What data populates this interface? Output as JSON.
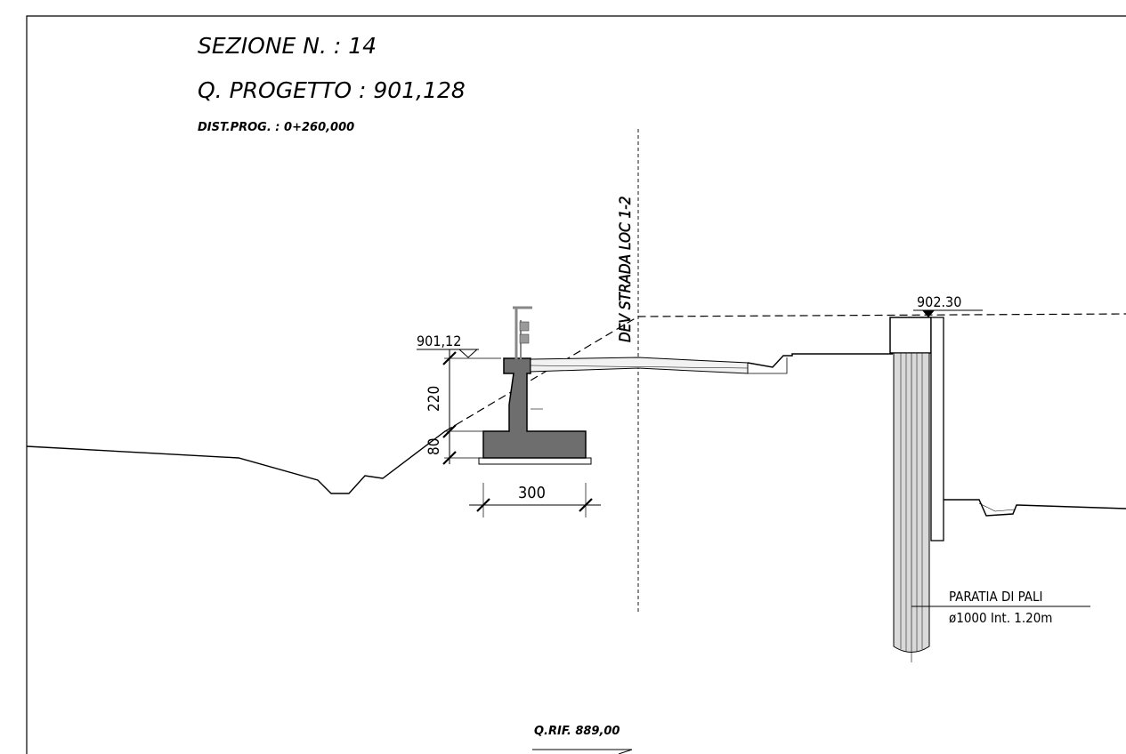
{
  "header": {
    "section": "SEZIONE N. : 14",
    "design_level": "Q. PROGETTO : 901,128",
    "progressive_distance": "DIST.PROG. : 0+260,000"
  },
  "axis_label": "DEV STRADA LOC 1-2",
  "wall": {
    "top_level": "901,12",
    "stem_height": "220",
    "footing_height": "80",
    "footing_width": "300"
  },
  "pile_wall": {
    "top_level": "902.30",
    "label_line1": "PARATIA DI PALI",
    "label_line2": "ø1000 Int. 1.20m"
  },
  "reference_level": "Q.RIF. 889,00",
  "colors": {
    "line": "#000000",
    "concrete": "#6e6e6e",
    "pile": "#d9d9d9"
  }
}
